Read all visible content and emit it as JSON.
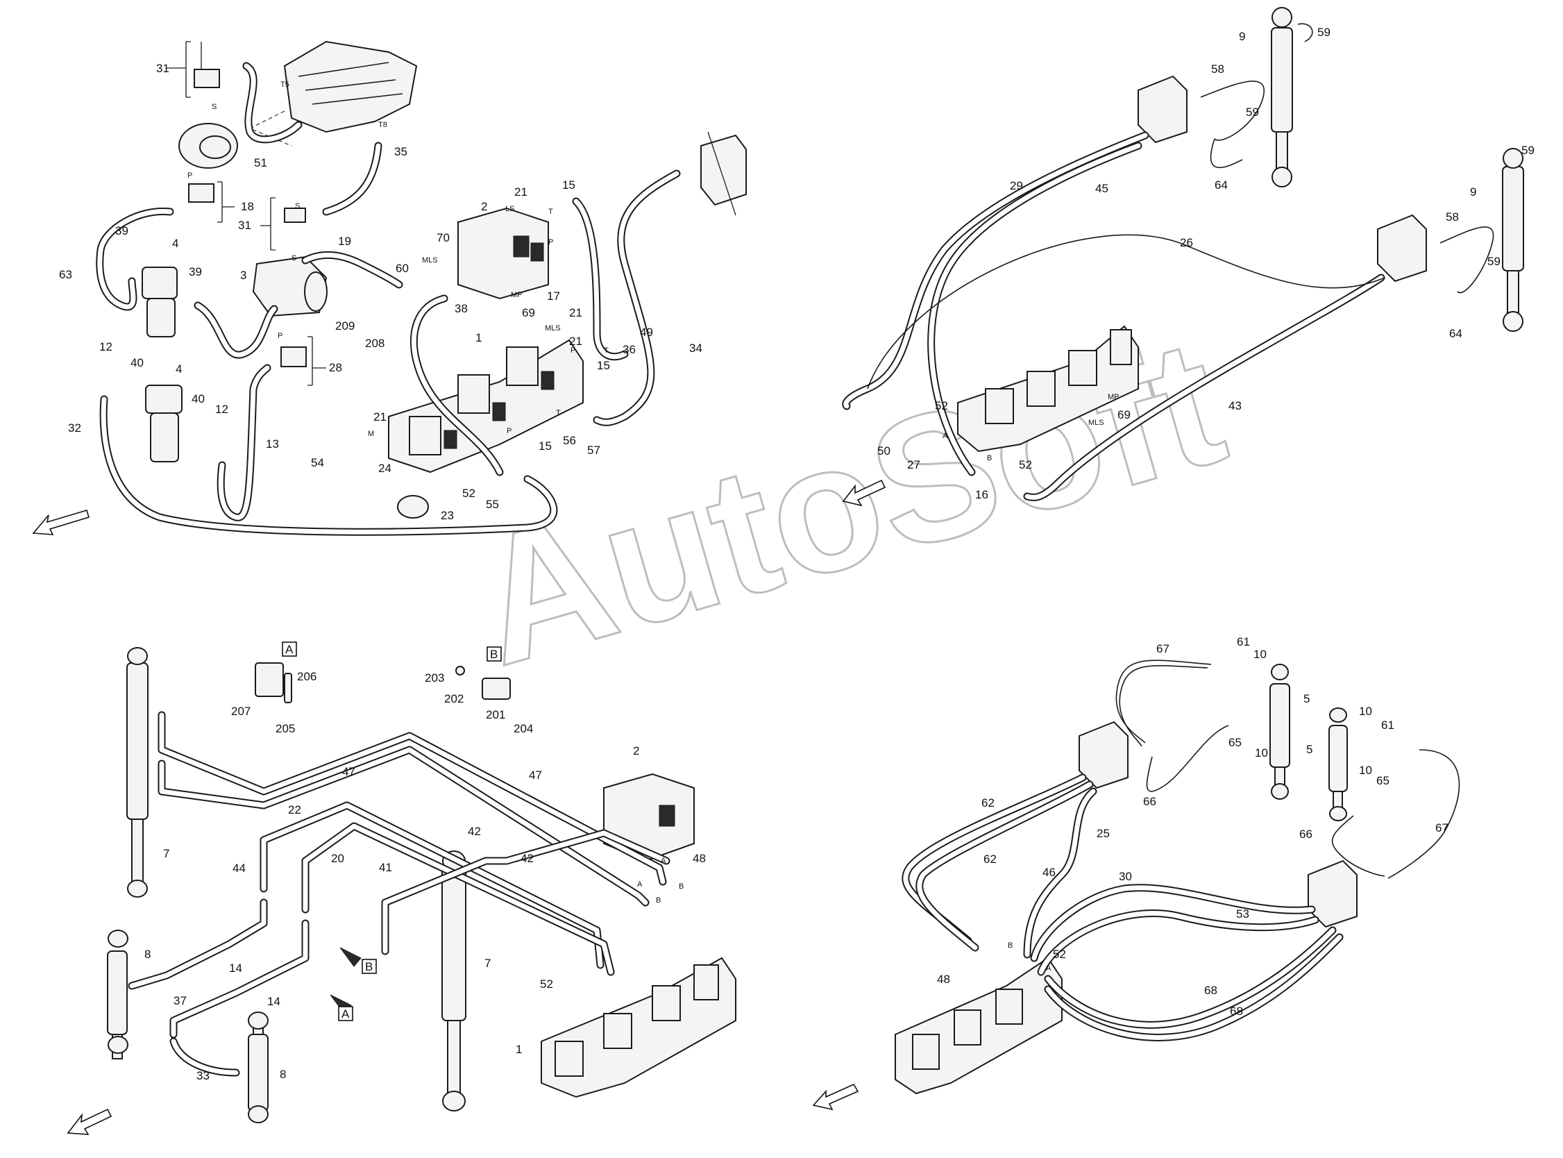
{
  "watermark": "AutoSoft",
  "labels": {
    "q1": [
      "31",
      "18",
      "31",
      "19",
      "2",
      "21",
      "15",
      "70",
      "MLS",
      "LS",
      "T",
      "P",
      "60",
      "38",
      "17",
      "69",
      "MP",
      "3",
      "4",
      "39",
      "63",
      "39",
      "12",
      "40",
      "4",
      "40",
      "12",
      "13",
      "28",
      "32",
      "209",
      "208",
      "21",
      "MLS",
      "1",
      "21",
      "36",
      "49",
      "15",
      "P",
      "T",
      "34",
      "21",
      "M",
      "24",
      "54",
      "52",
      "23",
      "55",
      "15",
      "56",
      "57",
      "P",
      "T",
      "35",
      "51",
      "T5",
      "T8",
      "S",
      "P",
      "P",
      "S",
      "S"
    ],
    "q2": [
      "9",
      "59",
      "58",
      "59",
      "64",
      "29",
      "45",
      "59",
      "9",
      "58",
      "59",
      "64",
      "26",
      "43",
      "52",
      "A",
      "50",
      "27",
      "B",
      "52",
      "16",
      "69",
      "MLS",
      "MP"
    ],
    "q3": [
      "A",
      "206",
      "207",
      "205",
      "203",
      "B",
      "202",
      "201",
      "204",
      "7",
      "47",
      "47",
      "2",
      "48",
      "22",
      "20",
      "41",
      "42",
      "42",
      "44",
      "8",
      "14",
      "14",
      "37",
      "33",
      "8",
      "7",
      "52",
      "1",
      "B",
      "A",
      "A",
      "B",
      "A",
      "B"
    ],
    "q4": [
      "67",
      "61",
      "10",
      "5",
      "65",
      "10",
      "10",
      "61",
      "5",
      "10",
      "65",
      "62",
      "62",
      "25",
      "46",
      "30",
      "53",
      "66",
      "66",
      "67",
      "48",
      "52",
      "68",
      "68",
      "B",
      "A"
    ]
  }
}
